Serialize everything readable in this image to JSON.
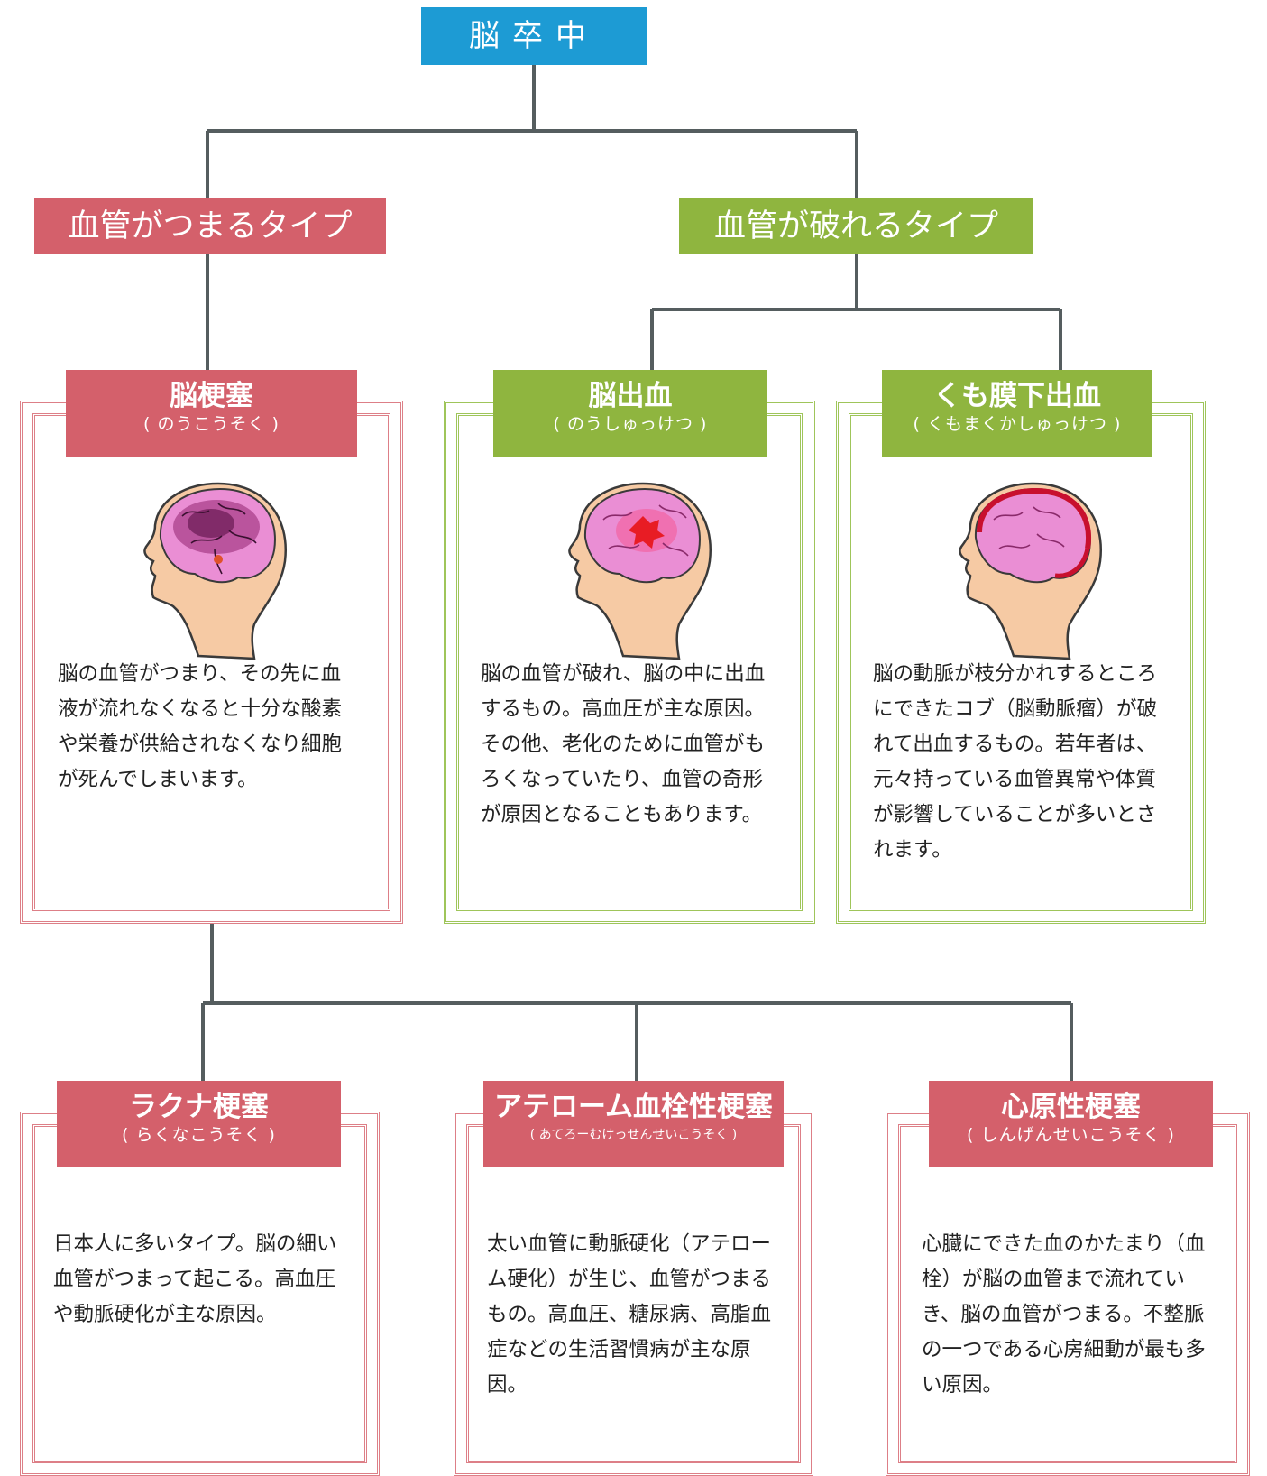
{
  "root": {
    "label": "脳卒中"
  },
  "types": {
    "blocked": {
      "label": "血管がつまるタイプ"
    },
    "ruptured": {
      "label": "血管が破れるタイプ"
    }
  },
  "cards": {
    "infarction": {
      "name": "脳梗塞",
      "reading": "( のうこうそく )",
      "desc": "脳の血管がつまり、その先に血\n液が流れなくなると十分な酸素\nや栄養が供給されなくなり細胞\nが死んでしまいます。"
    },
    "hemorrhage": {
      "name": "脳出血",
      "reading": "( のうしゅっけつ )",
      "desc": "脳の血管が破れ、脳の中に出血\nするもの。高血圧が主な原因。\nその他、老化のために血管がも\nろくなっていたり、血管の奇形\nが原因となることもあります。"
    },
    "subarachnoid": {
      "name": "くも膜下出血",
      "reading": "( くもまくかしゅっけつ )",
      "desc": "脳の動脈が枝分かれするところ\nにできたコブ（脳動脈瘤）が破\nれて出血するもの。若年者は、\n元々持っている血管異常や体質\nが影響していることが多いとさ\nれます。"
    },
    "lacunar": {
      "name": "ラクナ梗塞",
      "reading": "( らくなこうそく )",
      "desc": "日本人に多いタイプ。脳の細い\n血管がつまって起こる。高血圧\nや動脈硬化が主な原因。"
    },
    "atheroma": {
      "name": "アテローム血栓性梗塞",
      "reading": "( あてろーむけっせんせいこうそく )",
      "desc": "太い血管に動脈硬化（アテロー\nム硬化）が生じ、血管がつまる\nもの。高血圧、糖尿病、高脂血\n症などの生活習慣病が主な原\n因。"
    },
    "cardiogenic": {
      "name": "心原性梗塞",
      "reading": "( しんげんせいこうそく )",
      "desc": "心臓にできた血のかたまり（血\n栓）が脳の血管まで流れてい\nき、脳の血管がつまる。不整脈\nの一つである心房細動が最も多\nい原因。"
    }
  },
  "colors": {
    "root": "#1d9bd4",
    "red": "#d4606b",
    "green": "#8fb53f",
    "connector": "#555d5f",
    "skin": "#f6caa4",
    "brain": "#ea8ed4"
  }
}
